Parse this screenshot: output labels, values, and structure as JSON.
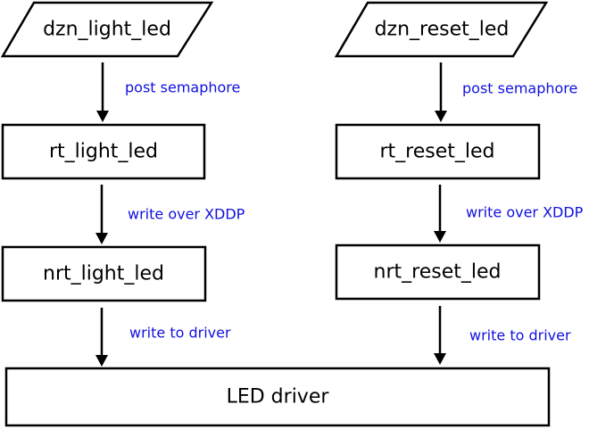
{
  "diagram": {
    "colors": {
      "node_text": "#000000",
      "node_border": "#000000",
      "edge_label": "#1010e0"
    },
    "nodes": {
      "dzn_light": {
        "label": "dzn_light_led",
        "shape": "parallelogram"
      },
      "dzn_reset": {
        "label": "dzn_reset_led",
        "shape": "parallelogram"
      },
      "rt_light": {
        "label": "rt_light_led",
        "shape": "rectangle"
      },
      "rt_reset": {
        "label": "rt_reset_led",
        "shape": "rectangle"
      },
      "nrt_light": {
        "label": "nrt_light_led",
        "shape": "rectangle"
      },
      "nrt_reset": {
        "label": "nrt_reset_led",
        "shape": "rectangle"
      },
      "led_driver": {
        "label": "LED driver",
        "shape": "rectangle"
      }
    },
    "edges": {
      "dzn_light_to_rt_light": {
        "label": "post semaphore"
      },
      "dzn_reset_to_rt_reset": {
        "label": "post semaphore"
      },
      "rt_light_to_nrt_light": {
        "label": "write over XDDP"
      },
      "rt_reset_to_nrt_reset": {
        "label": "write over XDDP"
      },
      "nrt_light_to_driver": {
        "label": "write to driver"
      },
      "nrt_reset_to_driver": {
        "label": "write to driver"
      }
    }
  }
}
